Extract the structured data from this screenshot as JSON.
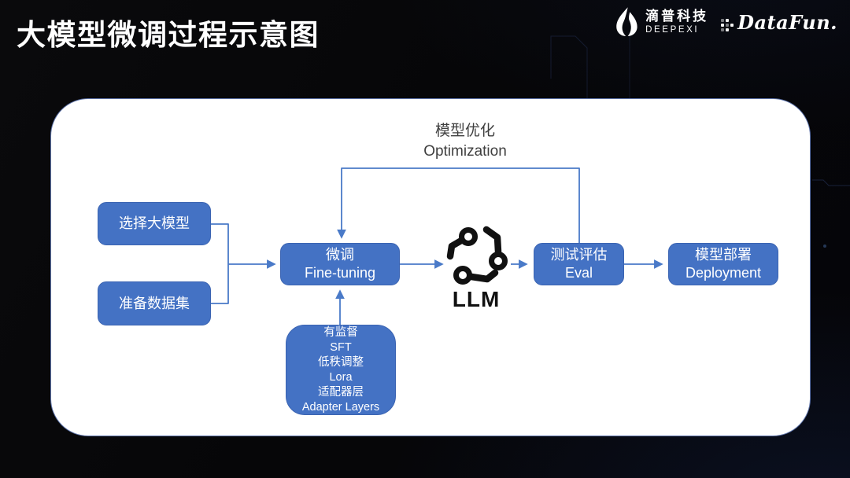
{
  "slide": {
    "title": "大模型微调过程示意图"
  },
  "logos": {
    "deepexi": {
      "cn": "滴普科技",
      "en": "DEEPEXI"
    },
    "datafun": {
      "wordmark": "DataFun."
    }
  },
  "diagram": {
    "optimization": {
      "cn": "模型优化",
      "en": "Optimization"
    },
    "nodes": {
      "select_model": {
        "label": "选择大模型"
      },
      "prepare_dataset": {
        "label": "准备数据集"
      },
      "fine_tuning": {
        "cn": "微调",
        "en": "Fine-tuning"
      },
      "llm": {
        "label": "LLM"
      },
      "eval": {
        "cn": "测试评估",
        "en": "Eval"
      },
      "deployment": {
        "cn": "模型部署",
        "en": "Deployment"
      },
      "methods": {
        "lines": [
          "有监督",
          "SFT",
          "低秩调整",
          "Lora",
          "适配器层",
          "Adapter Layers"
        ]
      }
    },
    "edges": [
      "select_model -> fine_tuning",
      "prepare_dataset -> fine_tuning",
      "fine_tuning -> llm",
      "llm -> eval",
      "eval -> deployment",
      "methods -> fine_tuning",
      "eval -> fine_tuning (模型优化 Optimization feedback loop)"
    ]
  },
  "colors": {
    "node_fill": "#4472c4",
    "node_border": "#3b64b2",
    "connector": "#4a7ac8",
    "card_bg": "#ffffff",
    "card_border": "#5e74ab",
    "slide_bg": "#060608",
    "title_text": "#ffffff",
    "label_text": "#3f3f3f",
    "llm_icon": "#111111"
  }
}
